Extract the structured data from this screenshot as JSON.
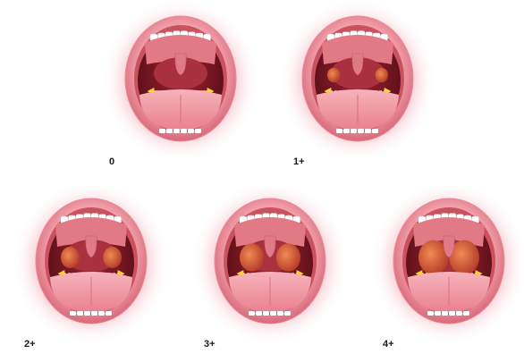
{
  "grades": [
    {
      "label": "0",
      "arrow_style": "solid",
      "tonsil_size": 0
    },
    {
      "label": "1+",
      "arrow_style": "dashed",
      "tonsil_size": 1
    },
    {
      "label": "2+",
      "arrow_style": "dashed",
      "tonsil_size": 2
    },
    {
      "label": "3+",
      "arrow_style": "dashed",
      "tonsil_size": 3
    },
    {
      "label": "4+",
      "arrow_style": "dashed",
      "tonsil_size": 4
    }
  ],
  "colors": {
    "glow": "#f7c9cf",
    "lip_outer": "#e98a97",
    "lip_inner": "#c9525f",
    "mouth_cavity": "#7a1a24",
    "throat": "#a8313d",
    "palate": "#e27a86",
    "tongue": "#f4a3ae",
    "teeth": "#ffffff",
    "tonsil": "#d9603a",
    "arrow": "#ffd23a"
  }
}
